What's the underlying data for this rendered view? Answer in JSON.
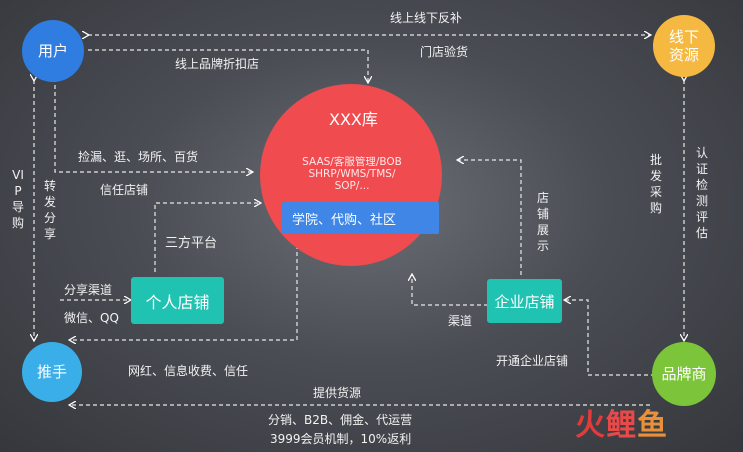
{
  "nodes": {
    "user": "用户",
    "offline": "线下资源",
    "promoter": "推手",
    "brand": "品牌商"
  },
  "center": {
    "title": "XXX库",
    "systems_line1": "SAAS/客服管理/BOB",
    "systems_line2": "SHRP/WMS/TMS/",
    "systems_line3": "SOP/...",
    "services": "学院、代购、社区"
  },
  "boxes": {
    "personal_store": "个人店铺",
    "enterprise_store": "企业店铺"
  },
  "labels": {
    "online_offline_subsidy": "线上线下反补",
    "store_verify": "门店验货",
    "online_brand_discount": "线上品牌折扣店",
    "bargain": "捡漏、逛、场所、百货",
    "trusted_store": "信任店铺",
    "third_party": "三方平台",
    "share_channel": "分享渠道",
    "wechat_qq": "微信、QQ",
    "influencer": "网红、信息收费、信任",
    "channel": "渠道",
    "open_enterprise_store": "开通企业店铺",
    "supply": "提供货源",
    "distribution": "分销、B2B、佣金、代运营",
    "membership": "3999会员机制，10%返利",
    "vip_guide": "VIP导购",
    "repost_share": "转发分享",
    "store_display": "店铺展示",
    "wholesale": "批发采购",
    "certification": "认证检测评估"
  },
  "logo": {
    "part1": "火",
    "part2": "鲤",
    "part3": "鱼"
  },
  "colors": {
    "user": "#2f7de1",
    "offline": "#f5b942",
    "promoter": "#3aaee8",
    "brand": "#7cc53a",
    "center": "#f04b4f",
    "services": "#3f86e6",
    "store": "#20c3b2"
  }
}
